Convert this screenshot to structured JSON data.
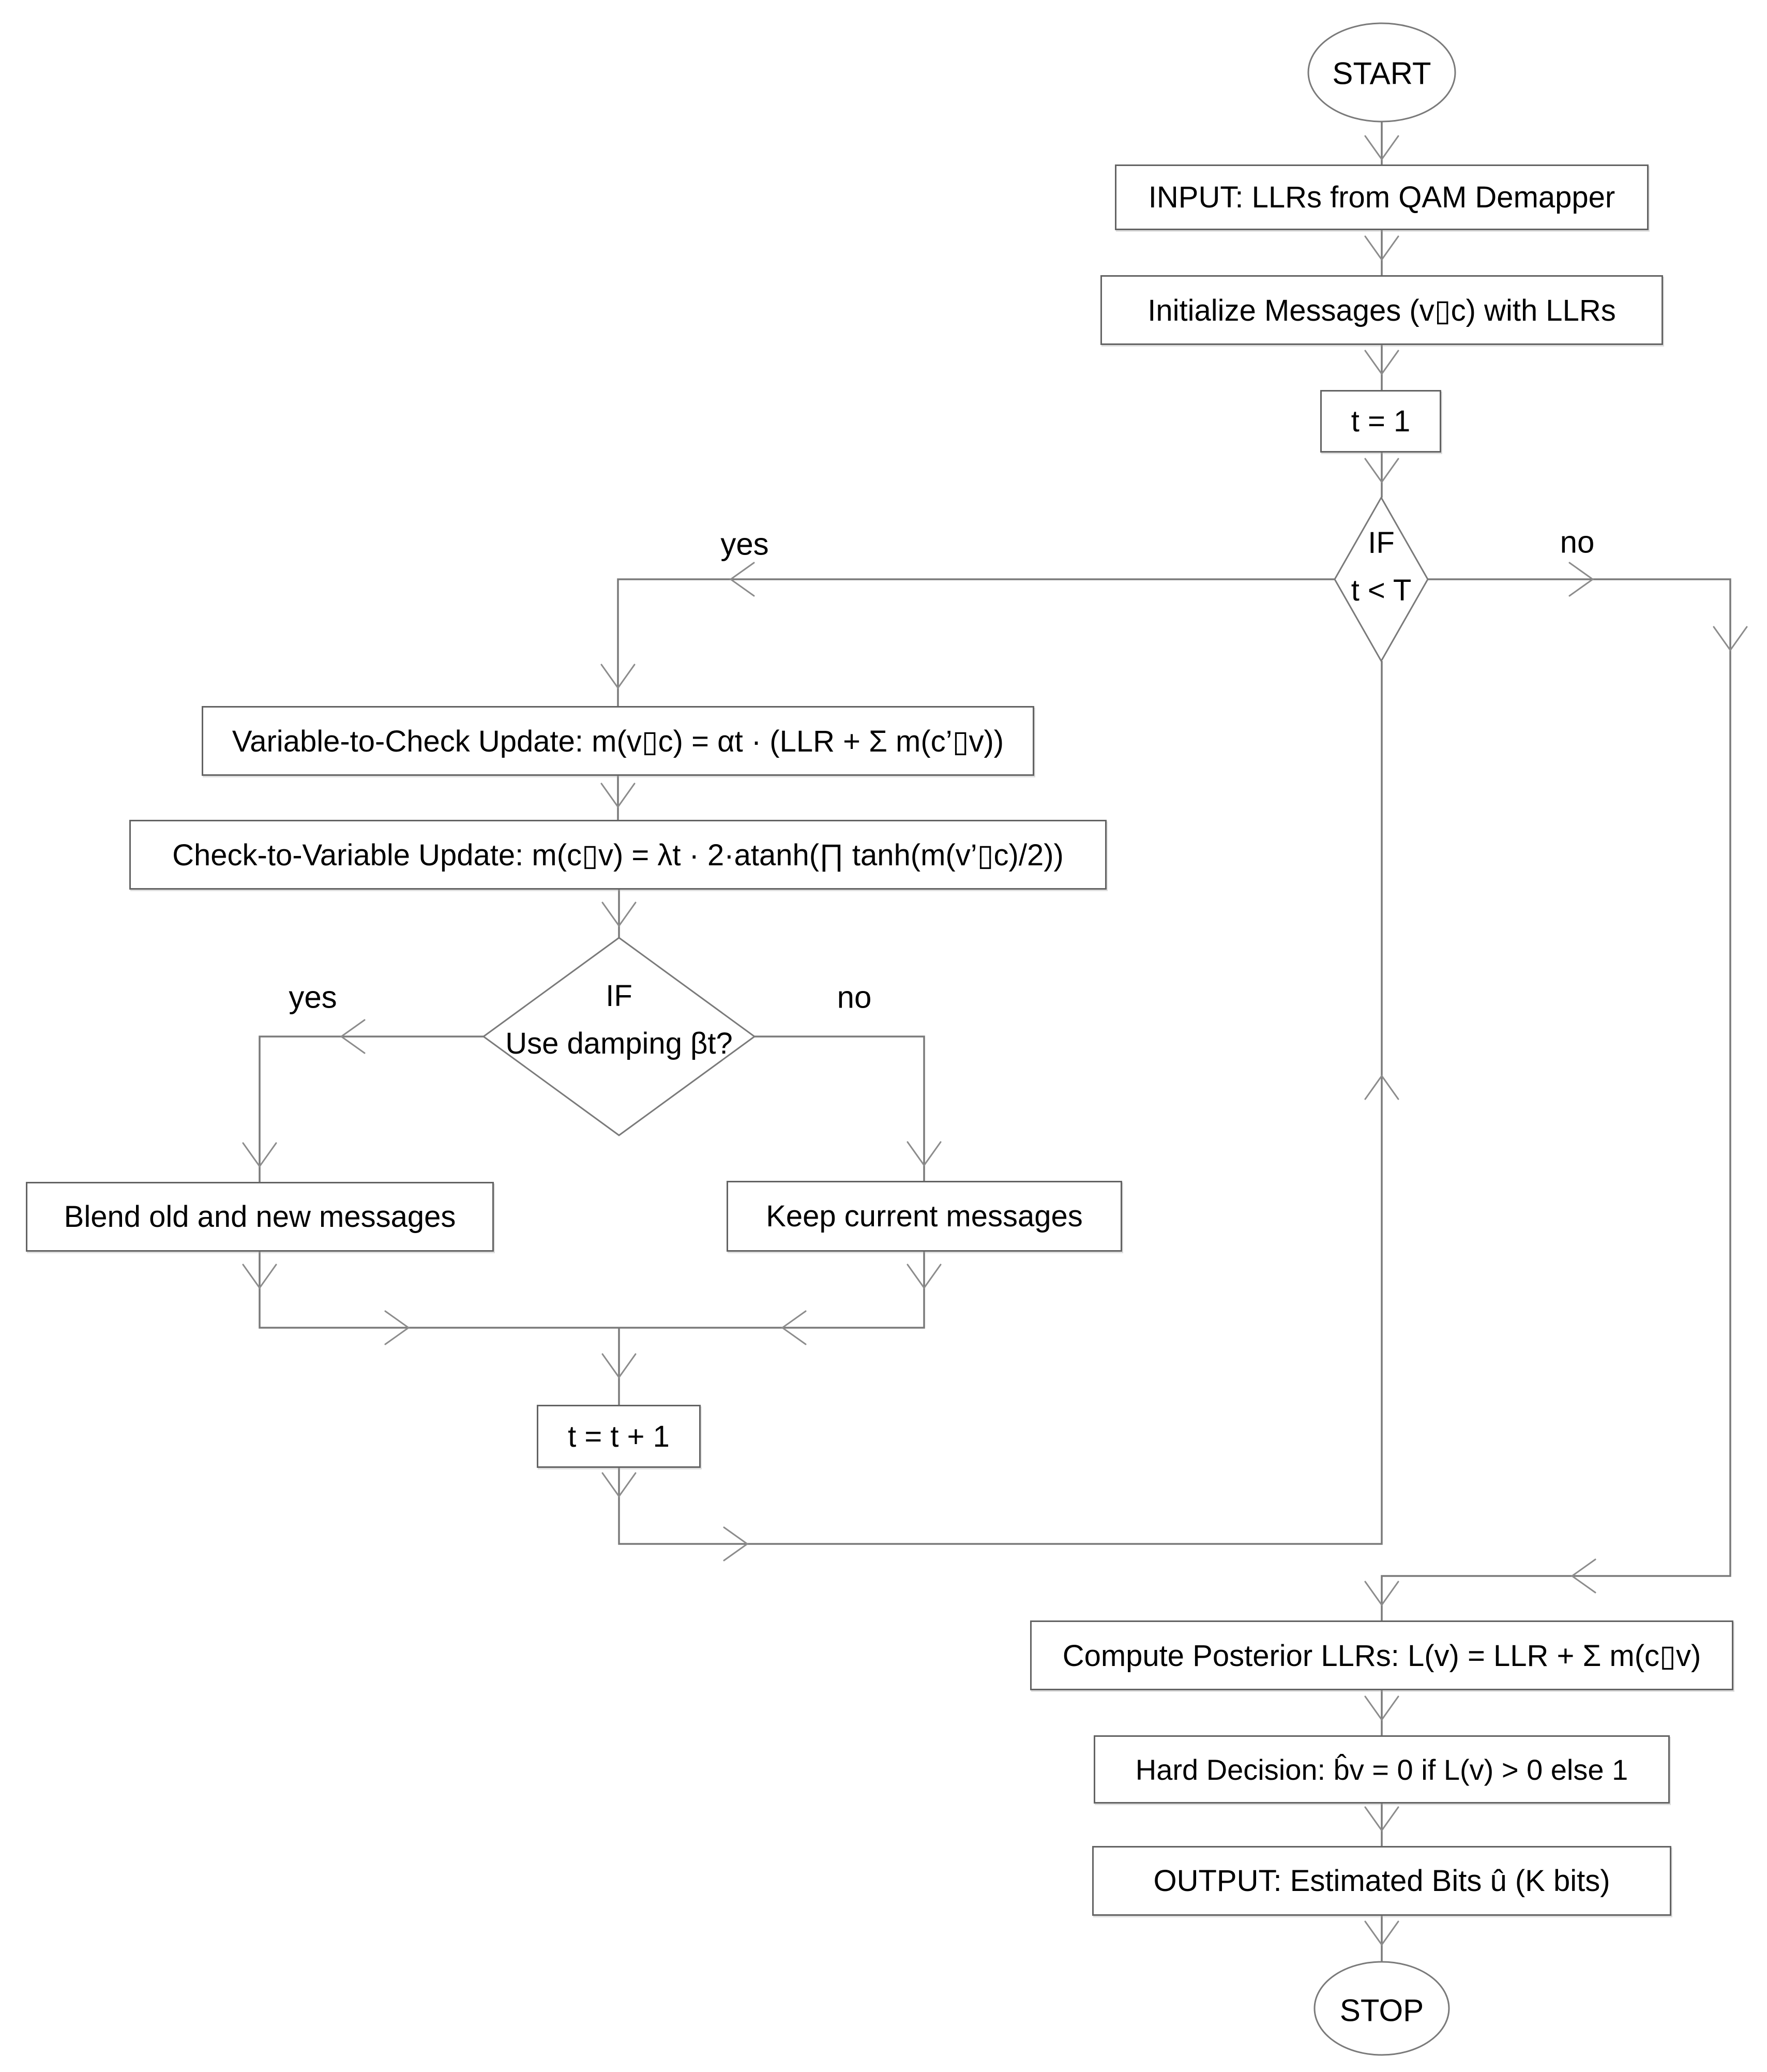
{
  "title": "LDPC Belief-Propagation Decoder Flowchart",
  "colors": {
    "background": "#ffffff",
    "wire": "#7a7a7a",
    "arrowhead": "#8c8c8c",
    "box_border": "#636363",
    "text": "#000000"
  },
  "nodes": {
    "start": {
      "label": "START"
    },
    "input": {
      "label": "INPUT: LLRs from QAM Demapper"
    },
    "init": {
      "label": "Initialize Messages (v▯c) with LLRs"
    },
    "t_init": {
      "label": "t = 1"
    },
    "if_iter": {
      "line1": "IF",
      "line2": "t < T"
    },
    "v2c": {
      "label": "Variable-to-Check Update: m(v▯c) = αt · (LLR + Σ m(c’▯v))"
    },
    "c2v": {
      "label": "Check-to-Variable Update: m(c▯v) = λt · 2·atanh(∏ tanh(m(v’▯c)/2))"
    },
    "if_damp": {
      "line1": "IF",
      "line2": "Use damping βt?"
    },
    "blend": {
      "label": "Blend old and new messages"
    },
    "keep": {
      "label": "Keep current messages"
    },
    "t_inc": {
      "label": "t = t + 1"
    },
    "posterior": {
      "label": "Compute Posterior LLRs: L(v) = LLR + Σ m(c▯v)"
    },
    "hard": {
      "label": "Hard Decision: b̂v = 0 if L(v) > 0 else 1"
    },
    "output": {
      "label": "OUTPUT: Estimated Bits û (K bits)"
    },
    "stop": {
      "label": "STOP"
    }
  },
  "edge_labels": {
    "iter_yes": "yes",
    "iter_no": "no",
    "damp_yes": "yes",
    "damp_no": "no"
  }
}
